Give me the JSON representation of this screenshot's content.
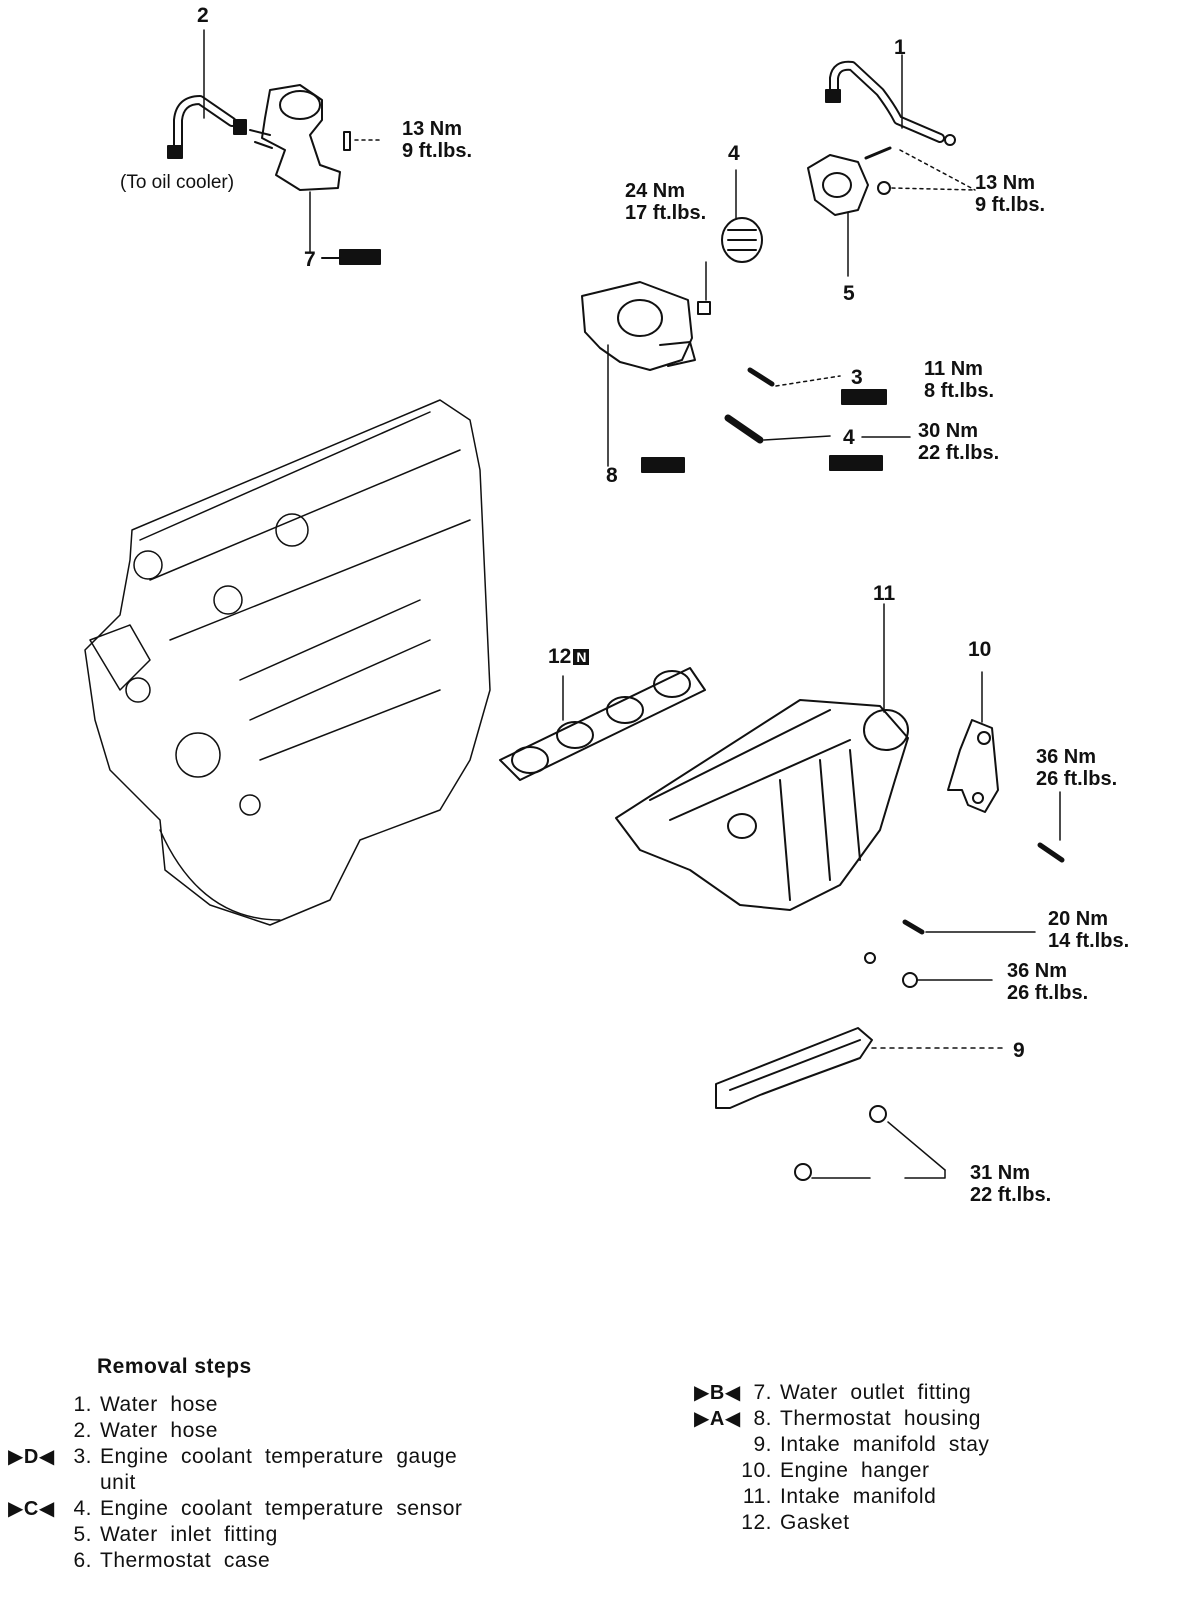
{
  "torques": {
    "t1": {
      "nm": "13 Nm",
      "ft": "9 ft.lbs."
    },
    "t2": {
      "nm": "24 Nm",
      "ft": "17 ft.lbs."
    },
    "t3": {
      "nm": "13 Nm",
      "ft": "9 ft.lbs."
    },
    "t4": {
      "nm": "11 Nm",
      "ft": "8 ft.lbs."
    },
    "t5": {
      "nm": "30 Nm",
      "ft": "22 ft.lbs."
    },
    "t6": {
      "nm": "36 Nm",
      "ft": "26 ft.lbs."
    },
    "t7": {
      "nm": "20 Nm",
      "ft": "14 ft.lbs."
    },
    "t8": {
      "nm": "36 Nm",
      "ft": "26 ft.lbs."
    },
    "t9": {
      "nm": "31 Nm",
      "ft": "22 ft.lbs."
    }
  },
  "callouts": {
    "c1": "1",
    "c2": "2",
    "c3": "3",
    "c4a": "4",
    "c4b": "4",
    "c5": "5",
    "c7": "7",
    "c8": "8",
    "c9": "9",
    "c10": "10",
    "c11": "11",
    "c12": "12",
    "c12_badge": "N"
  },
  "notes": {
    "oil_cooler": "(To oil cooler)"
  },
  "legend": {
    "title": "Removal steps",
    "left": [
      {
        "num": "1.",
        "text": "Water  hose",
        "mark": ""
      },
      {
        "num": "2.",
        "text": "Water  hose",
        "mark": ""
      },
      {
        "num": "3.",
        "text": "Engine  coolant  temperature  gauge",
        "mark": "▶D◀"
      },
      {
        "num": "",
        "text": "unit",
        "mark": ""
      },
      {
        "num": "4.",
        "text": "Engine  coolant  temperature  sensor",
        "mark": "▶C◀"
      },
      {
        "num": "5.",
        "text": "Water  inlet  fitting",
        "mark": ""
      },
      {
        "num": "6.",
        "text": "Thermostat  case",
        "mark": ""
      }
    ],
    "right": [
      {
        "num": "7.",
        "text": "Water  outlet  fitting",
        "mark": "▶B◀"
      },
      {
        "num": "8.",
        "text": "Thermostat  housing",
        "mark": "▶A◀"
      },
      {
        "num": "9.",
        "text": "Intake  manifold  stay",
        "mark": ""
      },
      {
        "num": "10.",
        "text": "Engine  hanger",
        "mark": ""
      },
      {
        "num": "11.",
        "text": "Intake  manifold",
        "mark": ""
      },
      {
        "num": "12.",
        "text": "Gasket",
        "mark": ""
      }
    ]
  }
}
